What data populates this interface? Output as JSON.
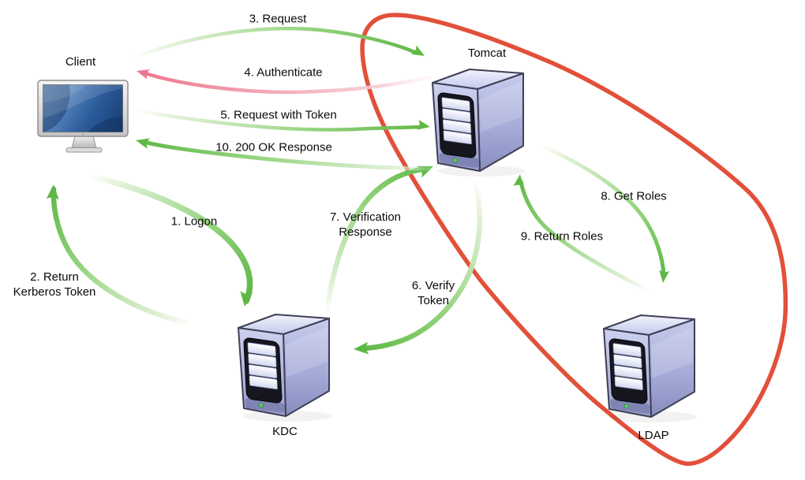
{
  "nodes": [
    {
      "id": "client",
      "label": "Client",
      "icon": "workstation-monitor-icon"
    },
    {
      "id": "tomcat",
      "label": "Tomcat",
      "icon": "server-tower-icon"
    },
    {
      "id": "kdc",
      "label": "KDC",
      "icon": "server-tower-icon"
    },
    {
      "id": "ldap",
      "label": "LDAP",
      "icon": "server-tower-icon"
    }
  ],
  "flows": [
    {
      "step": 1,
      "label": "1. Logon",
      "from": "Client",
      "to": "KDC",
      "color": "#5eb845"
    },
    {
      "step": 2,
      "label": "2. Return\nKerberos Token",
      "from": "KDC",
      "to": "Client",
      "color": "#5eb845"
    },
    {
      "step": 3,
      "label": "3. Request",
      "from": "Client",
      "to": "Tomcat",
      "color": "#5eb845"
    },
    {
      "step": 4,
      "label": "4. Authenticate",
      "from": "Tomcat",
      "to": "Client",
      "color": "#ec768c"
    },
    {
      "step": 5,
      "label": "5. Request with Token",
      "from": "Client",
      "to": "Tomcat",
      "color": "#5eb845"
    },
    {
      "step": 6,
      "label": "6. Verify\nToken",
      "from": "Tomcat",
      "to": "KDC",
      "color": "#5eb845"
    },
    {
      "step": 7,
      "label": "7. Verification\nResponse",
      "from": "KDC",
      "to": "Tomcat",
      "color": "#5eb845"
    },
    {
      "step": 8,
      "label": "8. Get Roles",
      "from": "Tomcat",
      "to": "LDAP",
      "color": "#5eb845"
    },
    {
      "step": 9,
      "label": "9. Return Roles",
      "from": "LDAP",
      "to": "Tomcat",
      "color": "#5eb845"
    },
    {
      "step": 10,
      "label": "10. 200 OK Response",
      "from": "Tomcat",
      "to": "Client",
      "color": "#5eb845"
    }
  ],
  "boundary": {
    "shape": "hand-drawn-loop",
    "encloses": [
      "Tomcat",
      "LDAP"
    ],
    "color": "#e2503a"
  },
  "colors": {
    "flow_green": "#5eb845",
    "flow_pink": "#ec768c",
    "boundary_red": "#e2503a",
    "background": "#ffffff",
    "server_body": "#aab0d9",
    "screen_blue": "#2c5c9c"
  }
}
